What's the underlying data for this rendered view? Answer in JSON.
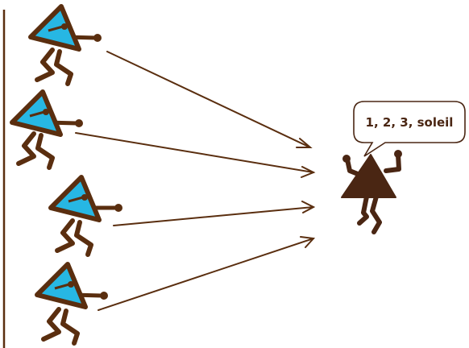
{
  "speech": {
    "text": "1, 2, 3, soleil"
  },
  "colors": {
    "ink": "#5a2e0f",
    "triangle_fill": "#27b7e3",
    "leader_fill": "#4a2613",
    "bubble_fill": "#ffffff",
    "background": "#ffffff"
  },
  "scene": {
    "wall": "vertical-line-left",
    "runners_count": 4,
    "leader": "brown-triangle-arms-raised",
    "arrows": "runners-to-leader"
  }
}
